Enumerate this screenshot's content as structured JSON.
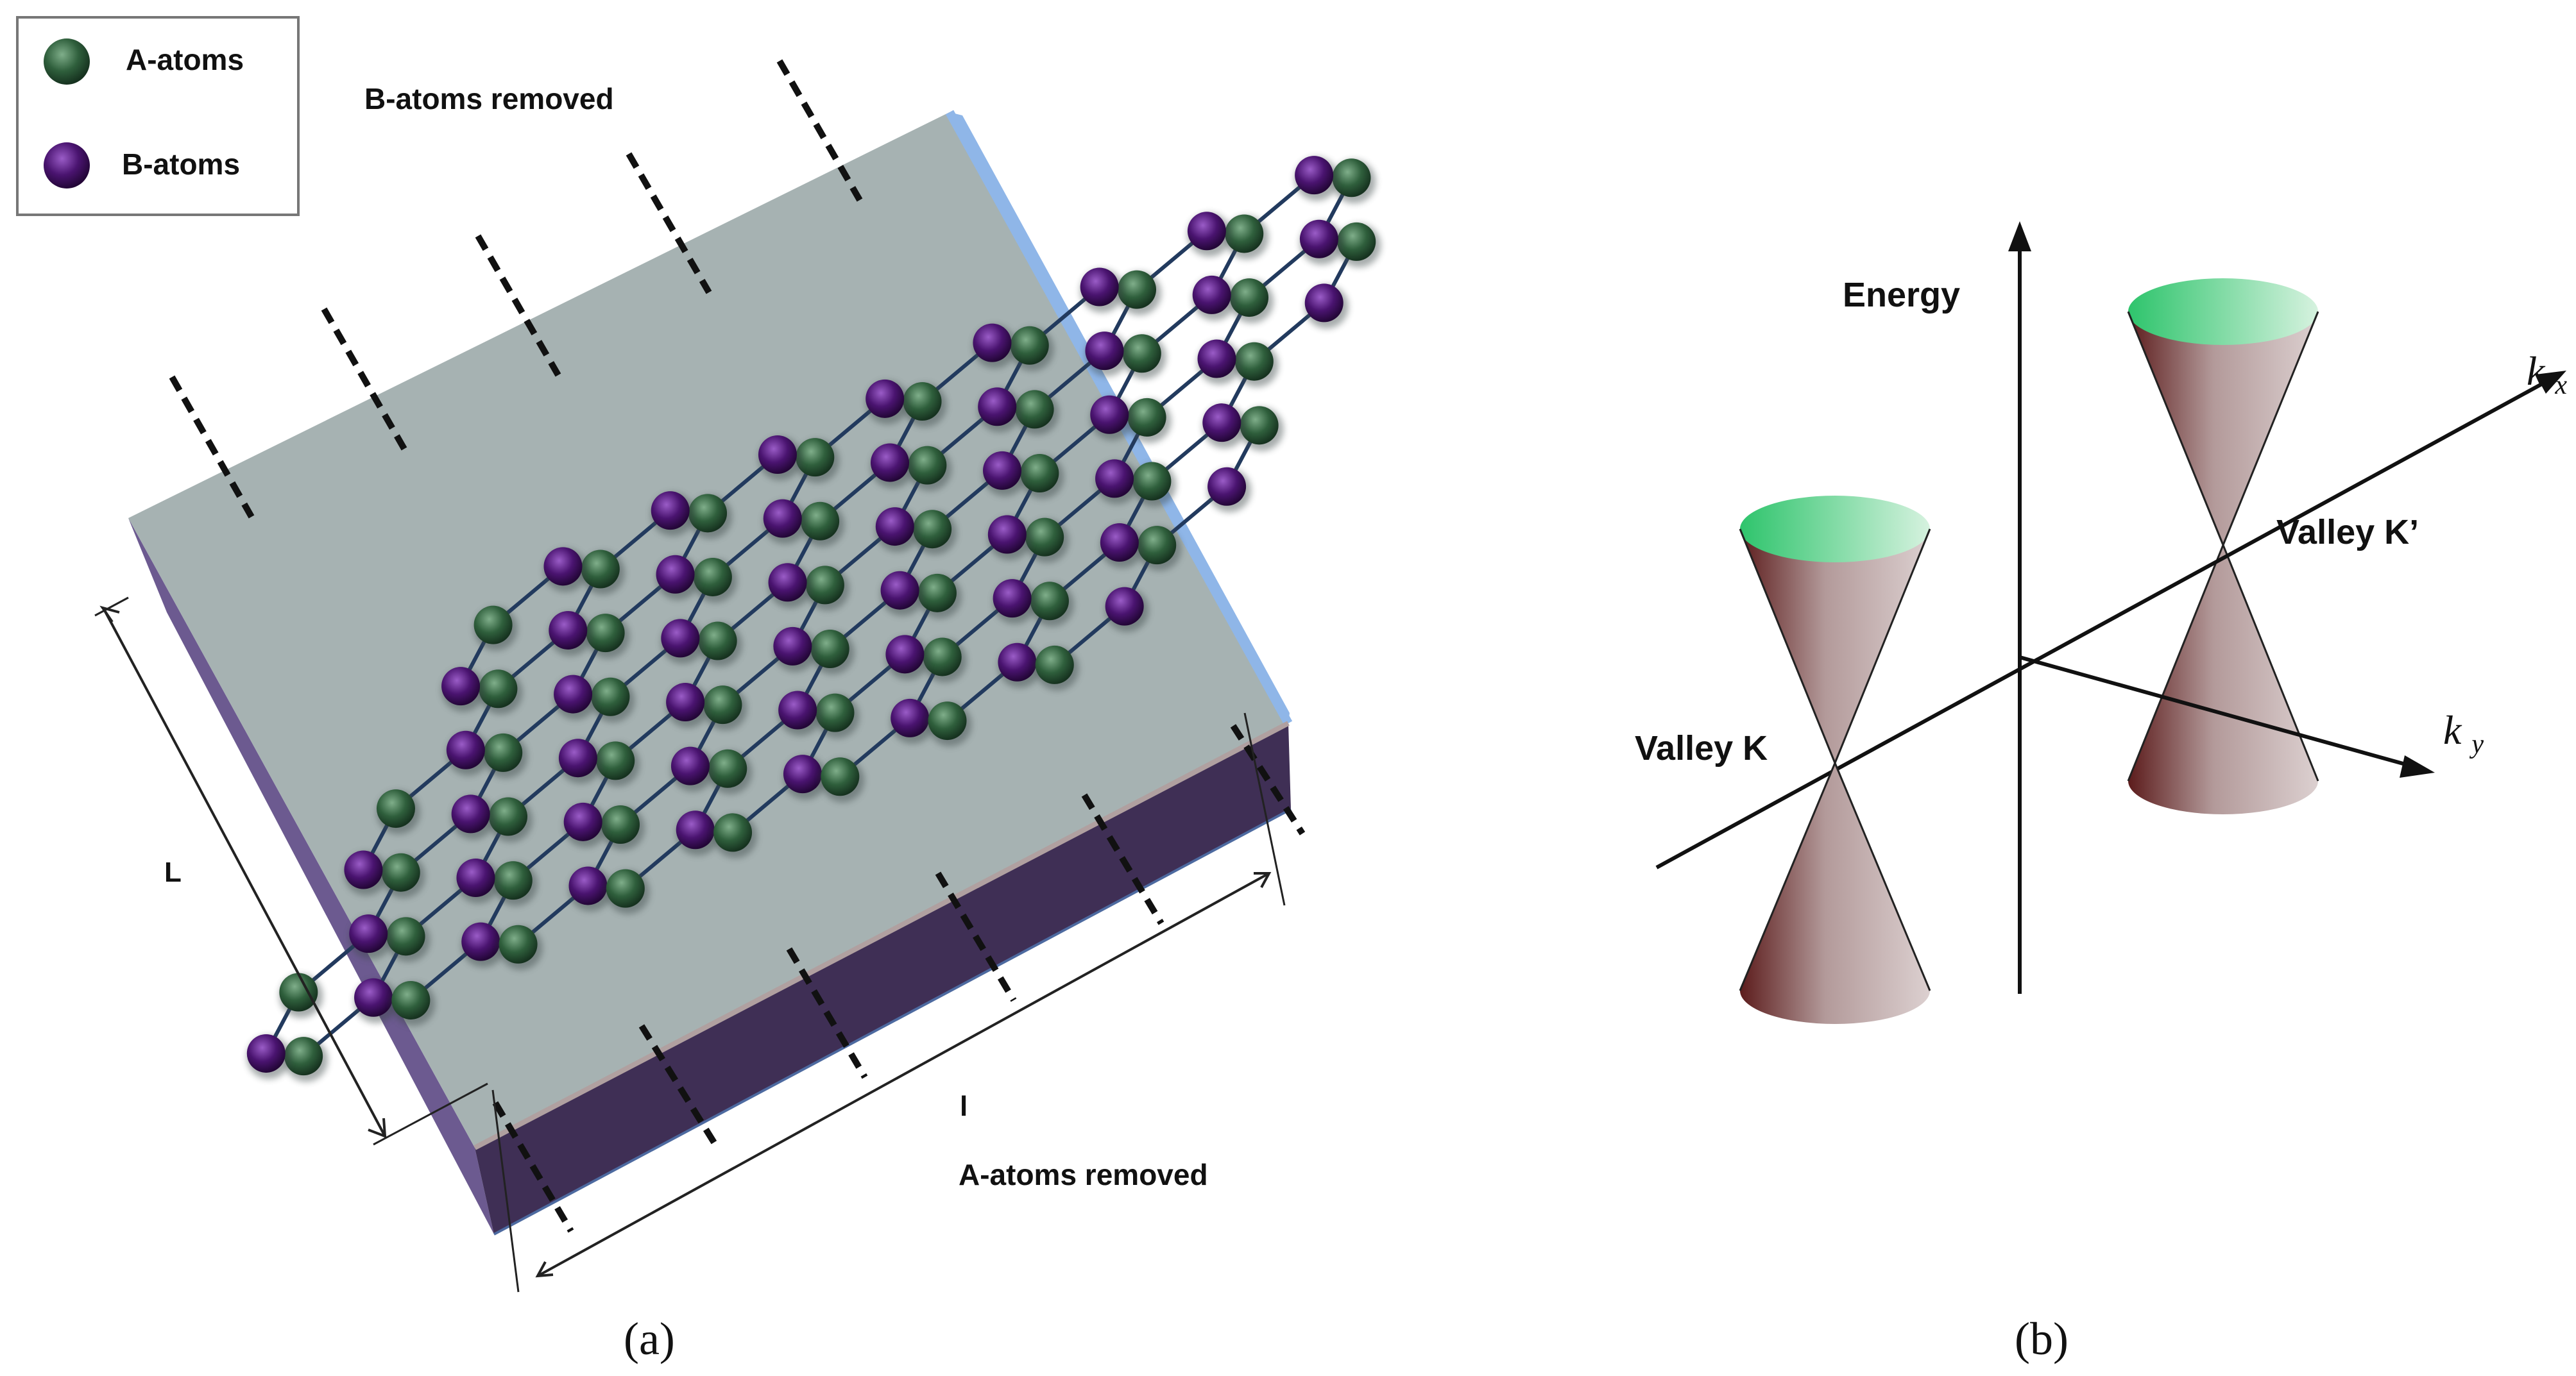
{
  "panel_a": {
    "caption": "(a)",
    "legend": {
      "a_atoms": "A-atoms",
      "b_atoms": "B-atoms"
    },
    "labels": {
      "b_removed": "B-atoms removed",
      "a_removed": "A-atoms removed",
      "length_big": "L",
      "length_small": "l"
    }
  },
  "panel_b": {
    "caption": "(b)",
    "labels": {
      "energy": "Energy",
      "valley_k": "Valley K",
      "valley_kprime": "Valley K’",
      "kx": "k",
      "kx_sub": "x",
      "ky": "k",
      "ky_sub": "y"
    }
  },
  "colors": {
    "a_atom": "#2f5f3c",
    "b_atom": "#4a1470",
    "slab_top": "#a6b2b2",
    "slab_front": "#3f2f55",
    "slab_left": "#6c5a90",
    "bond": "#223a5e",
    "cone_top": "#44c77a"
  }
}
